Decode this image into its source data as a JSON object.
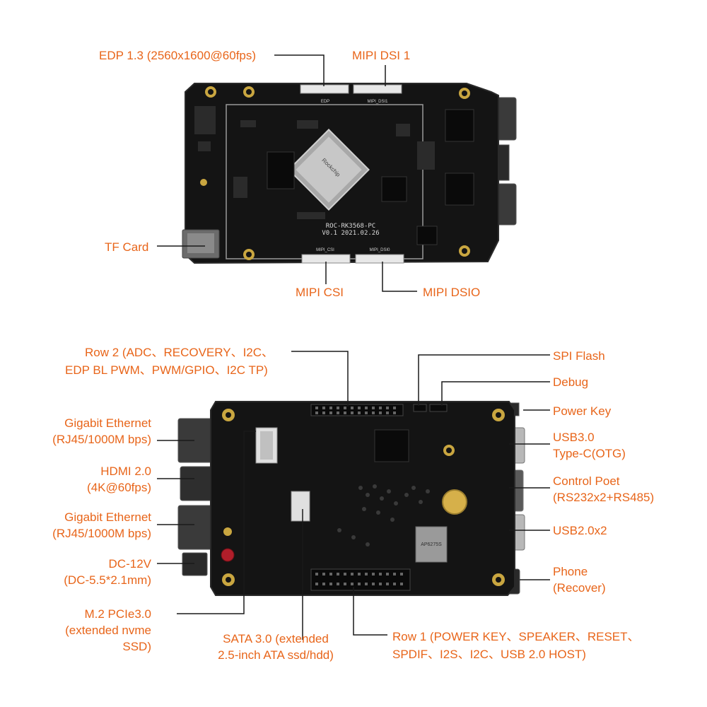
{
  "colors": {
    "accent": "#e8651a",
    "pcb": "#141414"
  },
  "top_board": {
    "silkscreen": {
      "model": "ROC-RK3568-PC",
      "version": "V0.1  2021.02.26",
      "edp": "EDP",
      "mipi_dsi1": "MIPI_DSI1",
      "mipi_csi": "MIPI_CSI",
      "mipi_dsi0": "MIPI_DSI0",
      "soc_mark": "Rockchip"
    },
    "callouts": {
      "edp": "EDP 1.3 (2560x1600@60fps)",
      "mipi_dsi1": "MIPI DSI 1",
      "tf_card": "TF Card",
      "mipi_csi": "MIPI CSI",
      "mipi_dsi0": "MIPI DSIO"
    }
  },
  "bottom_board": {
    "silkscreen": {
      "chip": "AP6275S"
    },
    "callouts": {
      "row2_line1": "Row 2 (ADC、RECOVERY、I2C、",
      "row2_line2": "EDP BL PWM、PWM/GPIO、I2C TP)",
      "spi_flash": "SPI Flash",
      "debug": "Debug",
      "power_key": "Power Key",
      "usb3_line1": "USB3.0",
      "usb3_line2": "Type-C(OTG)",
      "control_line1": "Control Poet",
      "control_line2": "(RS232x2+RS485)",
      "usb2": "USB2.0x2",
      "phone_line1": "Phone",
      "phone_line2": "(Recover)",
      "gbe1_line1": "Gigabit Ethernet",
      "gbe1_line2": "(RJ45/1000M bps)",
      "hdmi_line1": "HDMI 2.0",
      "hdmi_line2": "(4K@60fps)",
      "gbe2_line1": "Gigabit Ethernet",
      "gbe2_line2": "(RJ45/1000M bps)",
      "dc_line1": "DC-12V",
      "dc_line2": "(DC-5.5*2.1mm)",
      "m2_line1": "M.2 PCIe3.0",
      "m2_line2": "(extended nvme",
      "m2_line3": "SSD)",
      "sata_line1": "SATA 3.0 (extended",
      "sata_line2": "2.5-inch ATA ssd/hdd)",
      "row1_line1": "Row 1 (POWER KEY、SPEAKER、RESET、",
      "row1_line2": "SPDIF、I2S、I2C、USB 2.0 HOST)"
    }
  }
}
